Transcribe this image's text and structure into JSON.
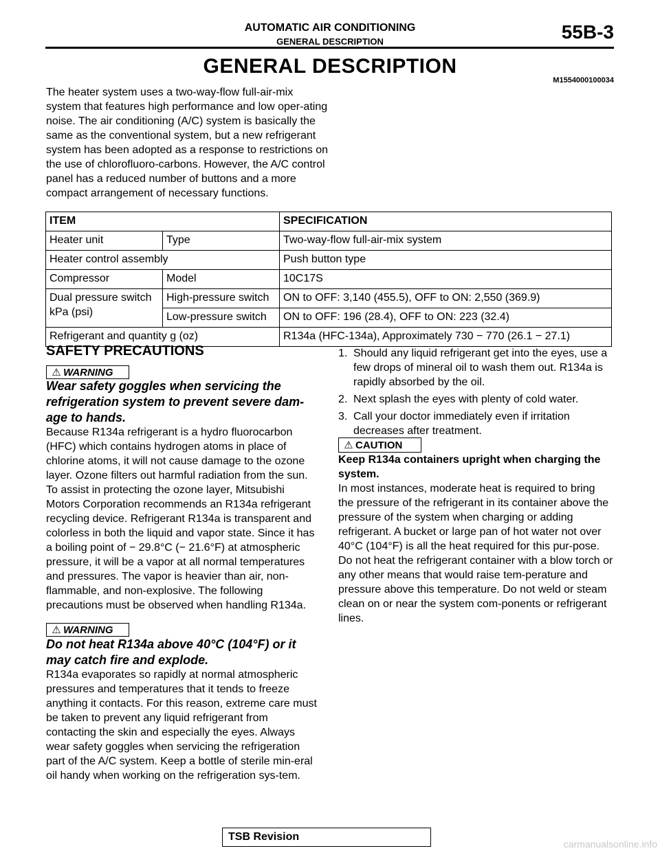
{
  "header": {
    "title": "AUTOMATIC AIR CONDITIONING",
    "subtitle": "GENERAL DESCRIPTION",
    "page_number": "55B-3"
  },
  "main_title": "GENERAL DESCRIPTION",
  "doc_id": "M1554000100034",
  "intro": "The heater system uses a two-way-flow full-air-mix system that features high performance and low oper-ating noise. The air conditioning (A/C) system is basically the same as the conventional system, but a new refrigerant system has been adopted as a response to restrictions on the use of chlorofluoro-carbons. However, the A/C control panel has a reduced number of buttons and a more compact arrangement of necessary functions.",
  "spec_table": {
    "headers": [
      "ITEM",
      "SPECIFICATION"
    ],
    "rows": [
      {
        "item": "Heater unit",
        "sub": "Type",
        "spec": "Two-way-flow full-air-mix system"
      },
      {
        "item": "Heater control assembly",
        "spec": "Push button type"
      },
      {
        "item": "Compressor",
        "sub": "Model",
        "spec": "10C17S"
      },
      {
        "item": "Dual pressure switch kPa (psi)",
        "sub": "High-pressure switch",
        "spec": "ON to OFF: 3,140 (455.5), OFF to ON: 2,550 (369.9)"
      },
      {
        "sub": "Low-pressure switch",
        "spec": "ON to OFF: 196 (28.4), OFF to ON: 223 (32.4)"
      },
      {
        "item": "Refrigerant and quantity g (oz)",
        "spec": "R134a (HFC-134a), Approximately 730 − 770 (26.1 − 27.1)"
      }
    ]
  },
  "safety": {
    "title": "SAFETY PRECAUTIONS",
    "warning_label": "WARNING",
    "caution_label": "CAUTION",
    "warning1": "Wear safety goggles when servicing the refrigeration system to prevent severe dam-age to hands.",
    "para1": "Because R134a refrigerant is a hydro fluorocarbon (HFC) which contains hydrogen atoms in place of chlorine atoms, it will not cause damage to the ozone layer. Ozone filters out harmful radiation from the sun. To assist in protecting the ozone layer, Mitsubishi Motors Corporation recommends an R134a refrigerant recycling device. Refrigerant R134a is transparent and colorless in both the liquid and vapor state. Since it has a boiling point of − 29.8°C (− 21.6°F) at atmospheric pressure, it will be a vapor at all normal temperatures and pressures. The vapor is heavier than air, non-flammable, and non-explosive. The following precautions must be observed when handling R134a.",
    "warning2": "Do not heat R134a above 40°C (104°F) or it may catch fire and explode.",
    "para2": "R134a evaporates so rapidly at normal atmospheric pressures and temperatures that it tends to freeze anything it contacts. For this reason, extreme care must be taken to prevent any liquid refrigerant from contacting the skin and especially the eyes. Always wear safety goggles when servicing the refrigeration part of the A/C system. Keep a bottle of sterile min-eral oil handy when working on the refrigeration sys-tem.",
    "steps": [
      {
        "num": "1.",
        "text": "Should any liquid refrigerant get into the eyes, use a few drops of mineral oil to wash them out. R134a is rapidly absorbed by the oil."
      },
      {
        "num": "2.",
        "text": "Next splash the eyes with plenty of cold water."
      },
      {
        "num": "3.",
        "text": "Call your doctor immediately even if irritation decreases after treatment."
      }
    ],
    "caution_bold": "Keep R134a containers upright when charging the system.",
    "para3": "In most instances, moderate heat is required to bring the pressure of the refrigerant in its container above the pressure of the system when charging or adding refrigerant. A bucket or large pan of hot water not over 40°C (104°F) is all the heat required for this pur-pose. Do not heat the refrigerant container with a blow torch or any other means that would raise tem-perature and pressure above this temperature. Do not weld or steam clean on or near the system com-ponents or refrigerant lines."
  },
  "footer": {
    "label": "TSB Revision",
    "watermark": "carmanualsonline.info"
  }
}
